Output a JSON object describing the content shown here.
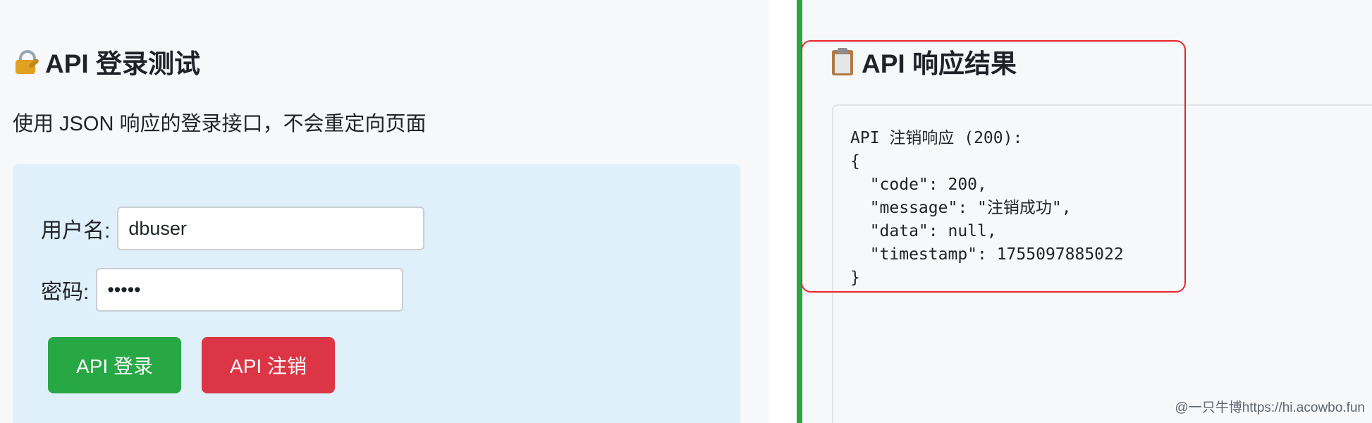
{
  "left_panel": {
    "title": "API 登录测试",
    "subtitle": "使用 JSON 响应的登录接口，不会重定向页面",
    "form": {
      "username_label": "用户名:",
      "username_value": "dbuser",
      "password_label": "密码:",
      "password_value": "•••••",
      "login_button": "API 登录",
      "logout_button": "API 注销"
    }
  },
  "right_panel": {
    "title": "API 响应结果",
    "response_lines": [
      "API 注销响应 (200):",
      "{",
      "  \"code\": 200,",
      "  \"message\": \"注销成功\",",
      "  \"data\": null,",
      "  \"timestamp\": 1755097885022",
      "}"
    ]
  },
  "watermark": "@一只牛博https://hi.acowbo.fun",
  "colors": {
    "divider": "#28a745",
    "login_button": "#28a745",
    "logout_button": "#dc3545",
    "form_background": "#dff0fb",
    "highlight_frame": "#e8262a"
  },
  "icons": {
    "left_title_icon": "lock-with-key-icon",
    "right_title_icon": "clipboard-icon"
  }
}
